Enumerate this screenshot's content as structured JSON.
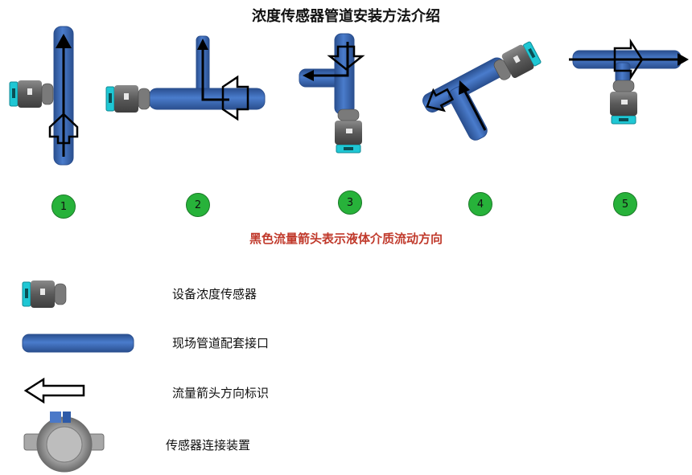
{
  "title": "浓度传感器管道安装方法介绍",
  "subtitle": "黑色流量箭头表示液体介质流动方向",
  "methods": [
    {
      "number": "1"
    },
    {
      "number": "2"
    },
    {
      "number": "3"
    },
    {
      "number": "4"
    },
    {
      "number": "5"
    }
  ],
  "legend": [
    {
      "label": "设备浓度传感器",
      "icon": "sensor-icon"
    },
    {
      "label": "现场管道配套接口",
      "icon": "pipe-icon"
    },
    {
      "label": "流量箭头方向标识",
      "icon": "flow-arrow-icon"
    },
    {
      "label": "传感器连接装置",
      "icon": "connector-icon"
    }
  ],
  "colors": {
    "pipe": "#3e6fbf",
    "pipe_stroke": "#2a4f8f",
    "sensor_body": "#6a6a6a",
    "sensor_face": "#1fc7d4",
    "badge": "#27b23a",
    "subtitle": "#c0392b"
  }
}
